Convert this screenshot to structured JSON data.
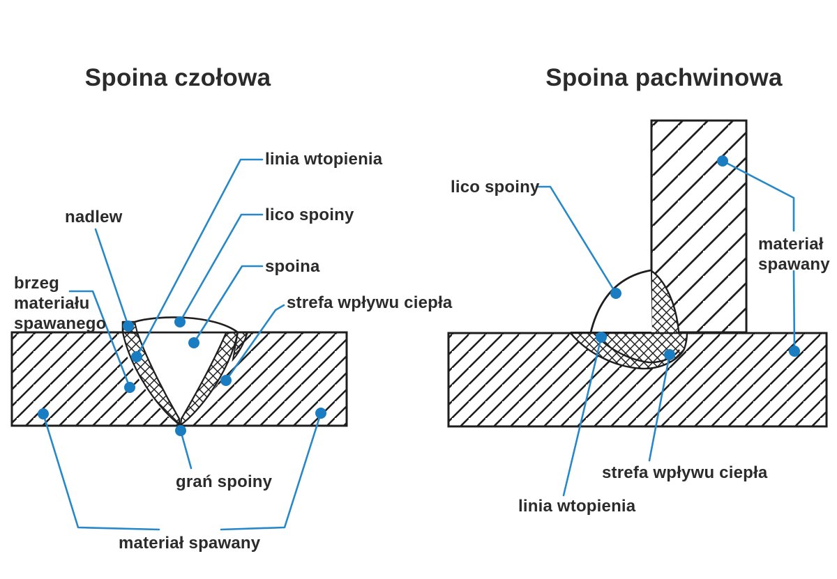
{
  "colors": {
    "accent_blue": "#1a7dc2",
    "leader_blue": "#2688c8",
    "ink": "#2b2b2b",
    "line_black": "#1e1e1e",
    "background": "#ffffff"
  },
  "left_diagram": {
    "title": "Spoina czołowa",
    "labels": {
      "linia_wtopienia": "linia wtopienia",
      "lico_spoiny": "lico spoiny",
      "spoina": "spoina",
      "strefa_wplywu_ciepla": "strefa wpływu ciepła",
      "nadlew": "nadlew",
      "brzeg_materialu_spawanego": "brzeg materiału spawanego",
      "gran_spoiny": "grań spoiny",
      "material_spawany": "materiał spawany"
    }
  },
  "right_diagram": {
    "title": "Spoina pachwinowa",
    "labels": {
      "lico_spoiny": "lico spoiny",
      "material_spawany": "materiał spawany",
      "strefa_wplywu_ciepla": "strefa wpływu ciepła",
      "linia_wtopienia": "linia wtopienia"
    }
  }
}
